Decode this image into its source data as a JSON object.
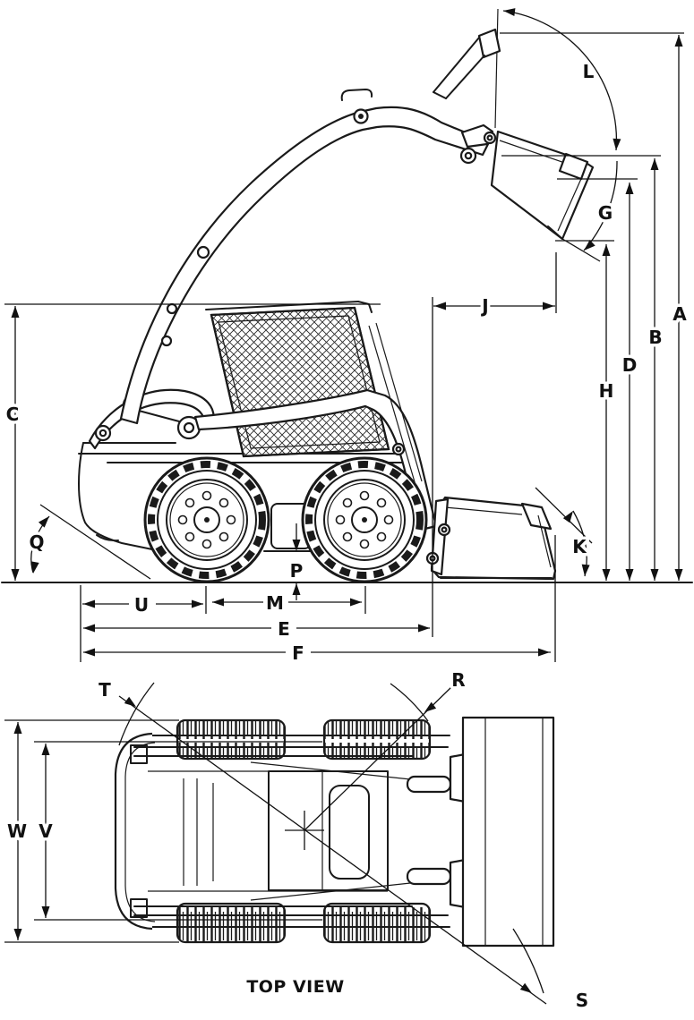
{
  "diagram": {
    "caption": "TOP VIEW",
    "colors": {
      "line": "#1a1a1a",
      "background": "#ffffff"
    },
    "labels": {
      "A": "A",
      "B": "B",
      "C": "C",
      "D": "D",
      "E": "E",
      "F": "F",
      "G": "G",
      "H": "H",
      "J": "J",
      "K": "K",
      "L": "L",
      "M": "M",
      "P": "P",
      "Q": "Q",
      "R": "R",
      "S": "S",
      "T": "T",
      "U": "U",
      "V": "V",
      "W": "W"
    }
  }
}
